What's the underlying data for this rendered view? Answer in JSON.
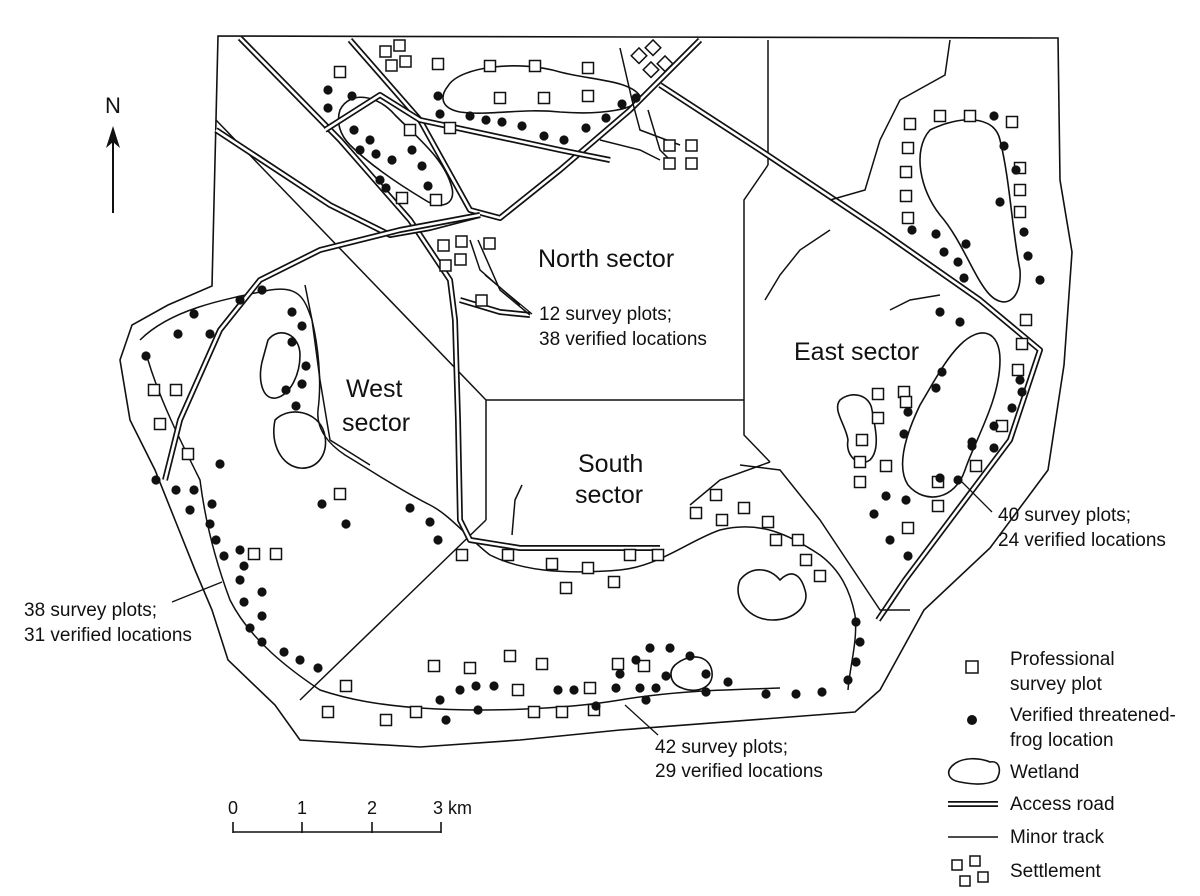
{
  "map": {
    "north_label": "N",
    "sectors": {
      "north": "North sector",
      "west": [
        "West",
        "sector"
      ],
      "south": [
        "South",
        "sector"
      ],
      "east": "East sector"
    },
    "annotations": {
      "north": [
        "12 survey plots;",
        "38 verified locations"
      ],
      "east": [
        "40 survey plots;",
        "24 verified locations"
      ],
      "west": [
        "38 survey plots;",
        "31 verified locations"
      ],
      "south": [
        "42 survey plots;",
        "29 verified locations"
      ]
    },
    "scale_bar": {
      "ticks": [
        "0",
        "1",
        "2",
        "3 km"
      ]
    },
    "legend": {
      "survey_plot": [
        "Professional",
        "survey plot"
      ],
      "frog_location": [
        "Verified threatened-",
        "frog location"
      ],
      "wetland": "Wetland",
      "access_road": "Access road",
      "minor_track": "Minor track",
      "settlement": "Settlement"
    },
    "colors": {
      "ink": "#111111",
      "paper": "#ffffff"
    }
  }
}
